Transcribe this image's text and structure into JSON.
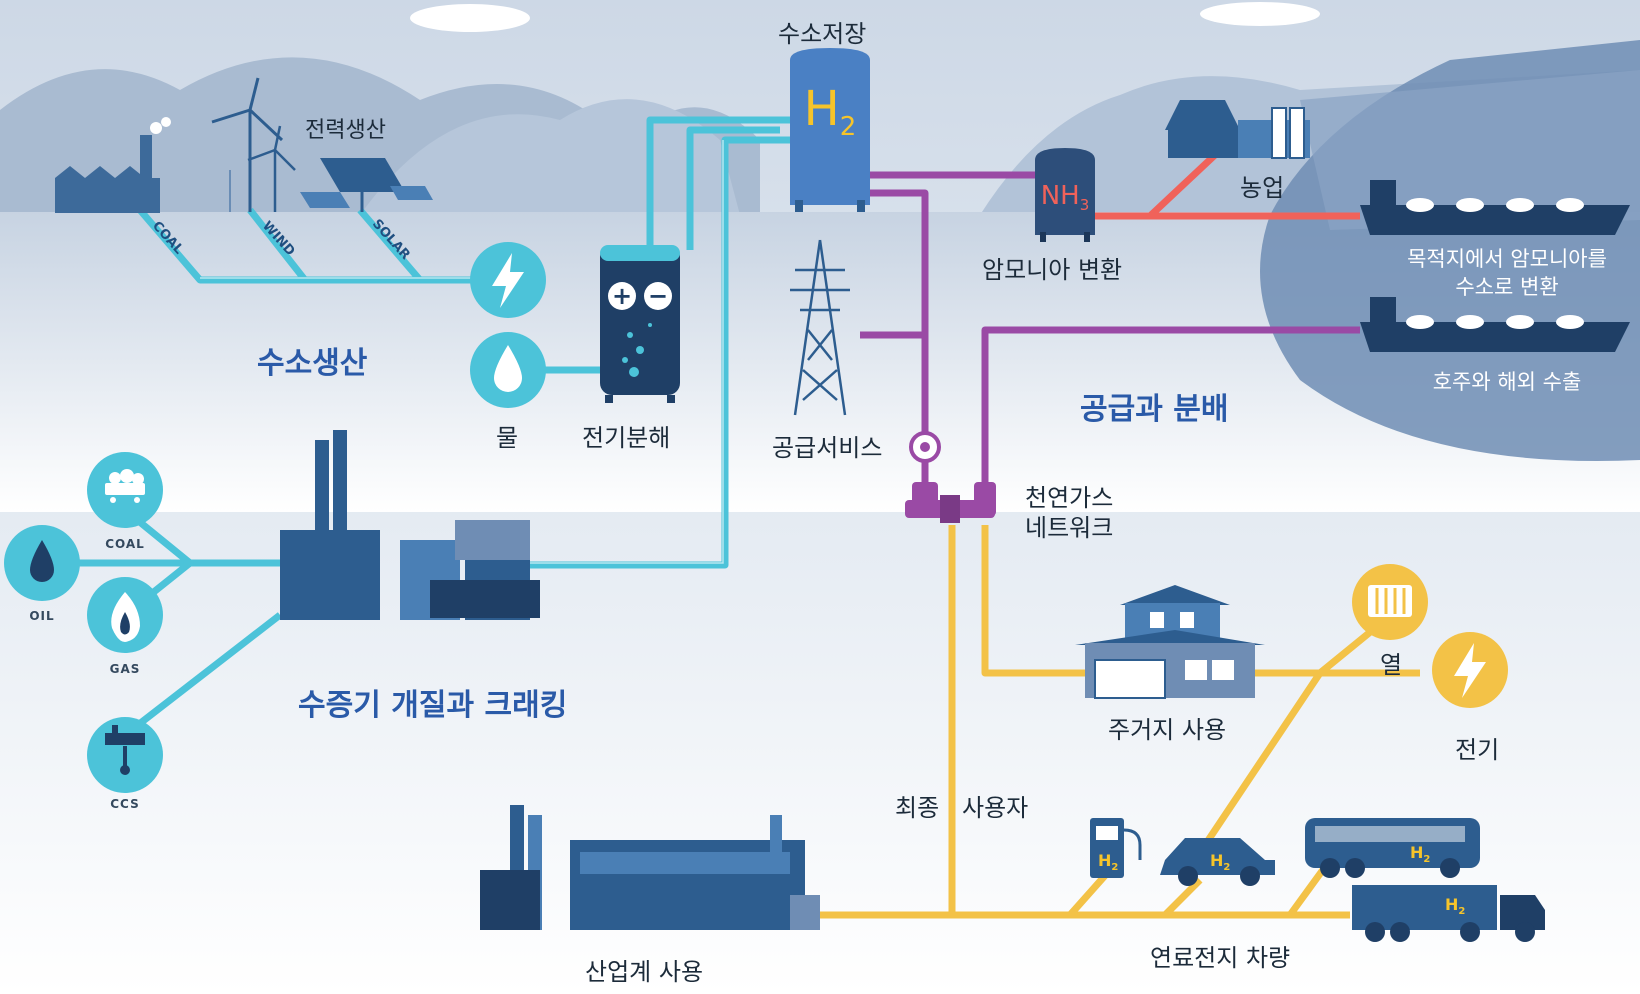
{
  "labels": {
    "storage": "수소저장",
    "power_gen": "전력생산",
    "production": "수소생산",
    "water": "물",
    "electrolysis": "전기분해",
    "supply_service": "공급서비스",
    "ammonia_conv": "암모니아 변환",
    "agriculture": "농업",
    "dest_conversion_1": "목적지에서 암모니아를",
    "dest_conversion_2": "수소로 변환",
    "export": "호주와 해외 수출",
    "supply_distribution": "공급과 분배",
    "gas_network_1": "천연가스",
    "gas_network_2": "네트워크",
    "reforming": "수증기 개질과 크래킹",
    "residential": "주거지 사용",
    "heat": "열",
    "electricity": "전기",
    "end_user_1": "최종",
    "end_user_2": "사용자",
    "industrial": "산업계 사용",
    "fuel_cell_vehicles": "연료전지 차량"
  },
  "pipe_labels": {
    "coal": "COAL",
    "wind": "WIND",
    "solar": "SOLAR"
  },
  "sources": {
    "coal": "COAL",
    "oil": "OIL",
    "gas": "GAS",
    "ccs": "CCS"
  },
  "symbols": {
    "h2_main": "H",
    "h2_sub": "2",
    "nh3_main": "NH",
    "nh3_sub": "3",
    "plus": "+",
    "minus": "−"
  },
  "icons": {
    "power": "lightning-bolt-icon",
    "water": "water-drop-icon",
    "coal": "coal-cart-icon",
    "oil": "oil-drop-icon",
    "gas": "flame-icon",
    "ccs": "factory-storage-icon",
    "heat": "radiator-icon",
    "electricity": "lightning-bolt-icon"
  },
  "colors": {
    "cyan_pipe": "#4cc3d9",
    "purple_pipe": "#9a4aa5",
    "red_pipe": "#f0625a",
    "yellow_pipe": "#f3c247",
    "navy": "#2d5d8f",
    "heading": "#2a5aa8",
    "h2_text": "#f6c42a"
  }
}
